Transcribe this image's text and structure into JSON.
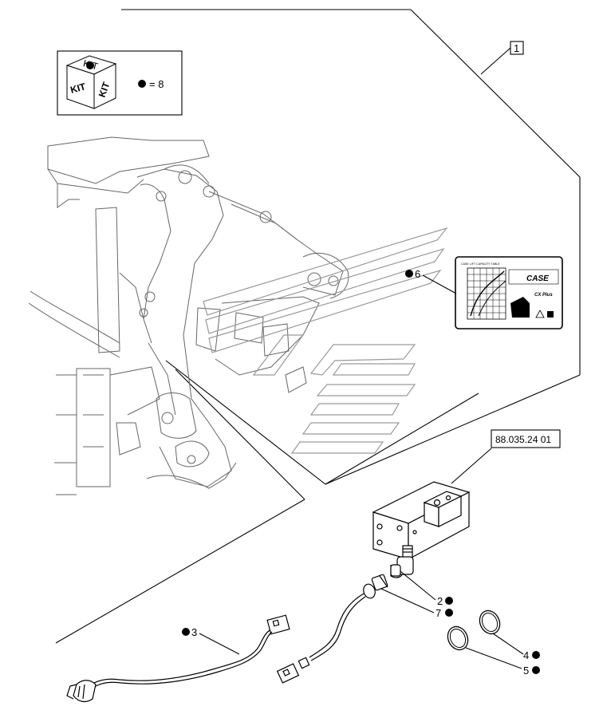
{
  "kit_legend": {
    "box_top": "KIT",
    "box_left": "KIT",
    "box_right": "KIT",
    "equals_value": "= 8"
  },
  "callouts": {
    "item_1": "1",
    "item_2": "2",
    "item_3": "3",
    "item_4": "4",
    "item_5": "5",
    "item_6": "6",
    "item_7": "7"
  },
  "reference": {
    "section_code": "88.035.24 01"
  },
  "decal": {
    "title": "CASE LIFT CAPACITY TABLE",
    "brand": "CASE",
    "lift_label": "CX Plus"
  },
  "colors": {
    "line": "#000000",
    "watermark": "#9a9a9a",
    "background": "#ffffff"
  }
}
